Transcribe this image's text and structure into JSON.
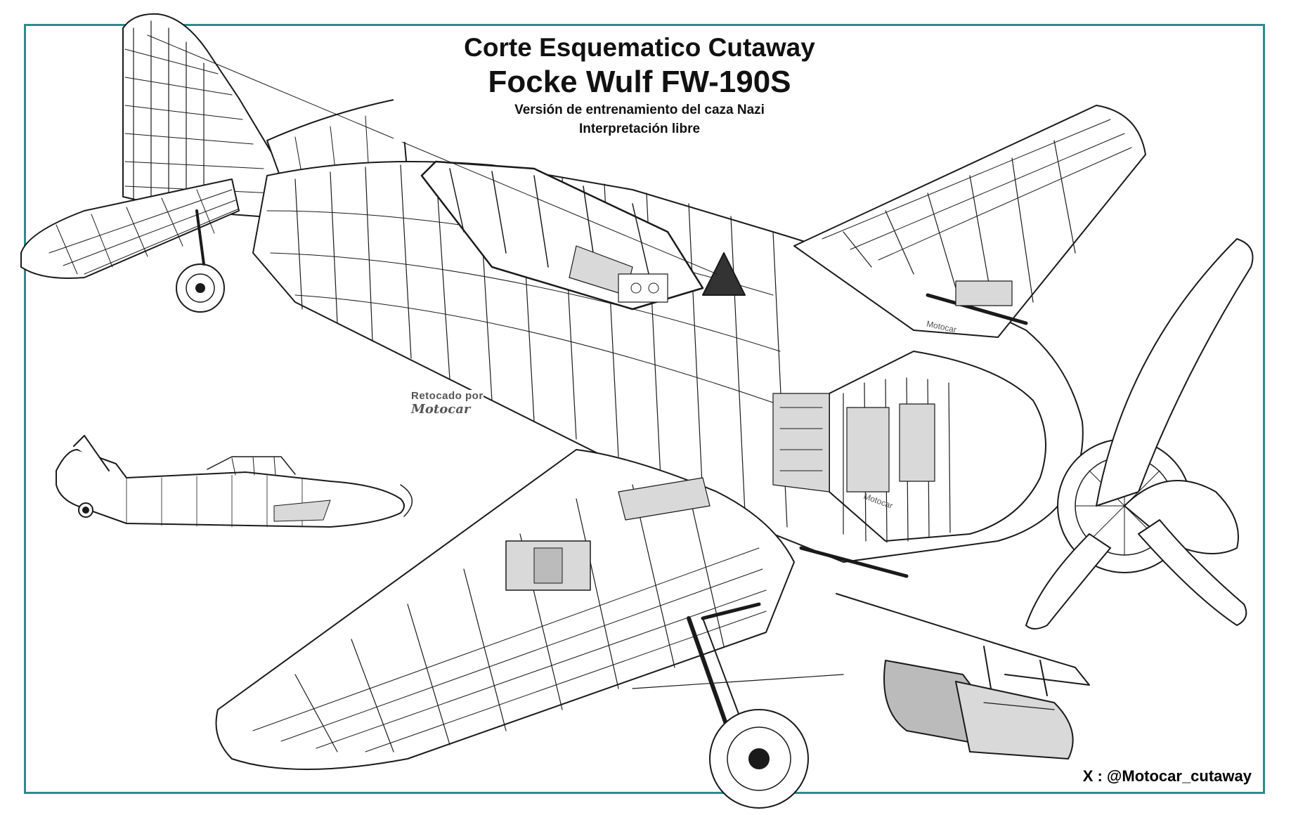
{
  "titles": {
    "line1": "Corte Esquematico Cutaway",
    "line2": "Focke Wulf FW-190S",
    "line3": "Versión de entrenamiento del caza Nazi",
    "line4": "Interpretación libre"
  },
  "retouch": {
    "label": "Retocado por",
    "signature": "Motocar"
  },
  "watermarks": {
    "wing": "Motocar",
    "nose": "Motocar"
  },
  "credit": "X : @Motocar_cutaway",
  "colors": {
    "frame": "#2e8b8b",
    "line": "#1a1a1a",
    "shade": "#d9d9d9"
  }
}
